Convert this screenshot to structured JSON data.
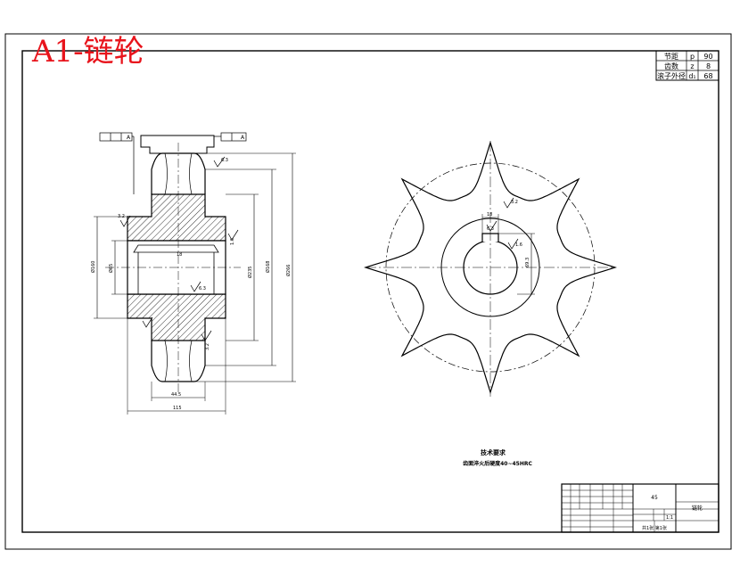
{
  "drawing": {
    "title": "A1-链轮"
  },
  "param_table": [
    {
      "name": "节距",
      "symbol": "p",
      "value": "90"
    },
    {
      "name": "齿数",
      "symbol": "z",
      "value": "8"
    },
    {
      "name": "滚子外径",
      "symbol": "d₁",
      "value": "68"
    }
  ],
  "tech_requirements": {
    "heading": "技术要求",
    "line1": "齿面淬火后硬度40~45HRC"
  },
  "title_block": {
    "material": "45",
    "part_name": "链轮",
    "scale": "1:1",
    "sheet": "共1张 第1张"
  },
  "side_view_labels": {
    "datum_top_left": "A",
    "datum_top_right": "A",
    "roughness_top": "6.3",
    "roughness_hub_left": "3.2",
    "roughness_bore_right": "1.6",
    "roughness_mid": "6.3",
    "roughness_lower_right": "3.2",
    "dim_hub_dia": "Ø160",
    "dim_bore": "Ø65",
    "dim_keyway": "18",
    "dim_pitch_dia": "Ø235",
    "dim_root_dia": "Ø168",
    "dim_outer_dia": "Ø266",
    "dim_tooth_width": "44.5",
    "dim_hub_len": "115"
  },
  "front_view_labels": {
    "roughness_keyway": "3.2",
    "roughness_key_side": "6.3",
    "roughness_bore": "1.6",
    "dim_keyway_w": "18",
    "dim_keyway_depth": "69.3"
  },
  "colors": {
    "title_red": "#e8141c",
    "line": "#000000"
  }
}
